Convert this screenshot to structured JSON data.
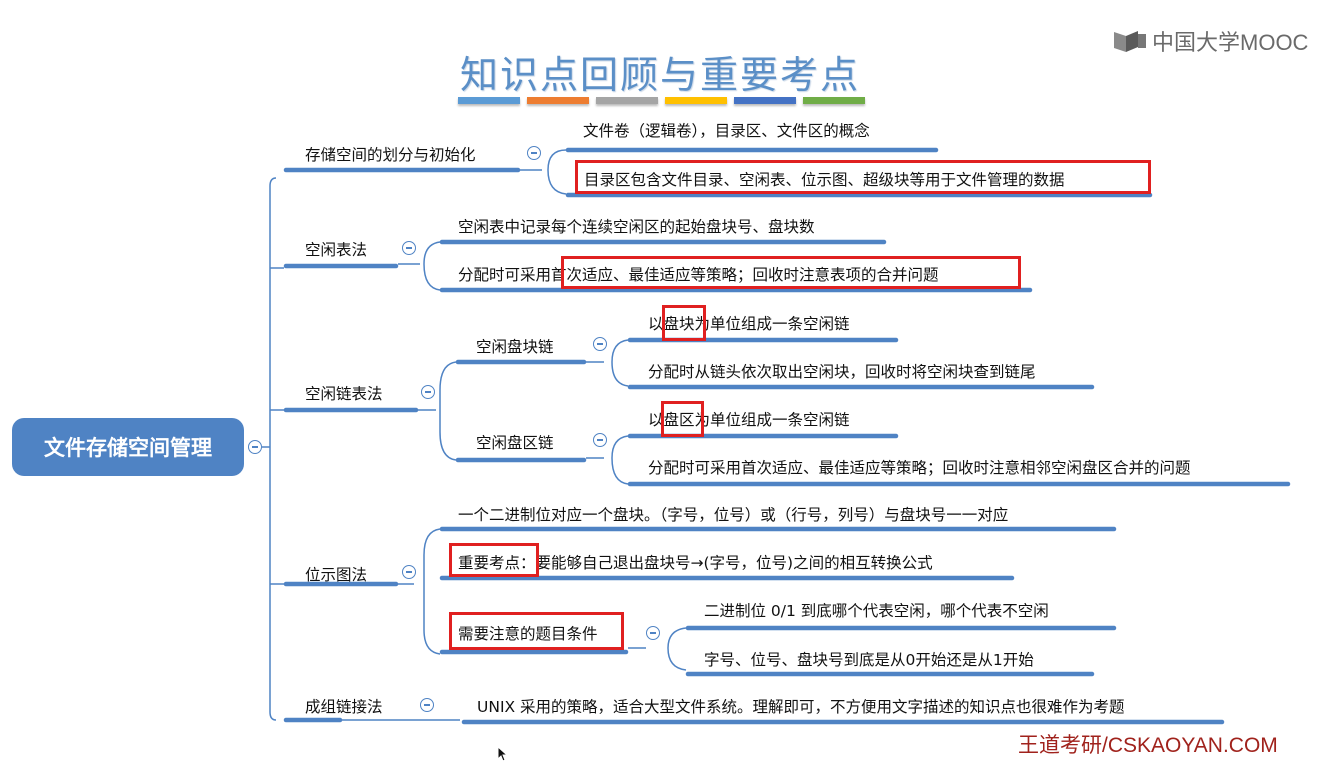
{
  "header": {
    "title": "知识点回顾与重要考点",
    "title_bars": [
      "#5b9bd5",
      "#ed7d31",
      "#a5a5a5",
      "#ffc000",
      "#4472c4",
      "#70ad47"
    ],
    "logo_text": "中国大学MOOC"
  },
  "mindmap": {
    "root": "文件存储空间管理",
    "branches": [
      {
        "label": "存储空间的划分与初始化",
        "children": [
          {
            "label": "文件卷（逻辑卷），目录区、文件区的概念"
          },
          {
            "label": "目录区包含文件目录、空闲表、位示图、超级块等用于文件管理的数据",
            "highlight": "full"
          }
        ]
      },
      {
        "label": "空闲表法",
        "children": [
          {
            "label": "空闲表中记录每个连续空闲区的起始盘块号、盘块数"
          },
          {
            "label": "分配时可采用首次适应、最佳适应等策略；回收时注意表项的合并问题",
            "highlight": "首次适应、最佳适应等策略；回收时注意表项的合并问题"
          }
        ]
      },
      {
        "label": "空闲链表法",
        "children": [
          {
            "label": "空闲盘块链",
            "children": [
              {
                "label": "以盘块为单位组成一条空闲链",
                "highlight": "盘块"
              },
              {
                "label": "分配时从链头依次取出空闲块，回收时将空闲块查到链尾"
              }
            ]
          },
          {
            "label": "空闲盘区链",
            "children": [
              {
                "label": "以盘区为单位组成一条空闲链",
                "highlight": "盘区"
              },
              {
                "label": "分配时可采用首次适应、最佳适应等策略；回收时注意相邻空闲盘区合并的问题"
              }
            ]
          }
        ]
      },
      {
        "label": "位示图法",
        "children": [
          {
            "label": "一个二进制位对应一个盘块。（字号，位号）或（行号，列号）与盘块号一一对应"
          },
          {
            "label": "重要考点：要能够自己退出盘块号→(字号，位号)之间的相互转换公式",
            "highlight": "重要考点："
          },
          {
            "label": "需要注意的题目条件",
            "highlight": "full",
            "children": [
              {
                "label": "二进制位 0/1 到底哪个代表空闲，哪个代表不空闲"
              },
              {
                "label": "字号、位号、盘块号到底是从0开始还是从1开始"
              }
            ]
          }
        ]
      },
      {
        "label": "成组链接法",
        "children": [
          {
            "label": "UNIX 采用的策略，适合大型文件系统。理解即可，不方便用文字描述的知识点也很难作为考题"
          }
        ]
      }
    ]
  },
  "text": {
    "b0": "存储空间的划分与初始化",
    "b0c0": "文件卷（逻辑卷），目录区、文件区的概念",
    "b0c1": "目录区包含文件目录、空闲表、位示图、超级块等用于文件管理的数据",
    "b1": "空闲表法",
    "b1c0": "空闲表中记录每个连续空闲区的起始盘块号、盘块数",
    "b1c1": "分配时可采用首次适应、最佳适应等策略；回收时注意表项的合并问题",
    "b2": "空闲链表法",
    "b2s0": "空闲盘块链",
    "b2s0c0": "以盘块为单位组成一条空闲链",
    "b2s0c1": "分配时从链头依次取出空闲块，回收时将空闲块查到链尾",
    "b2s1": "空闲盘区链",
    "b2s1c0": "以盘区为单位组成一条空闲链",
    "b2s1c1": "分配时可采用首次适应、最佳适应等策略；回收时注意相邻空闲盘区合并的问题",
    "b3": "位示图法",
    "b3c0": "一个二进制位对应一个盘块。（字号，位号）或（行号，列号）与盘块号一一对应",
    "b3c1": "重要考点：要能够自己退出盘块号→(字号，位号)之间的相互转换公式",
    "b3s2": "需要注意的题目条件",
    "b3s2c0": "二进制位 0/1 到底哪个代表空闲，哪个代表不空闲",
    "b3s2c1": "字号、位号、盘块号到底是从0开始还是从1开始",
    "b4": "成组链接法",
    "b4c0": "UNIX 采用的策略，适合大型文件系统。理解即可，不方便用文字描述的知识点也很难作为考题"
  },
  "colors": {
    "line": "#4f83c4",
    "root_bg": "#4f83c4",
    "highlight_box": "#e02020",
    "title": "#5b8fc7",
    "watermark": "#a0221c"
  },
  "footer": {
    "watermark": "王道考研/CSKAOYAN.COM"
  }
}
